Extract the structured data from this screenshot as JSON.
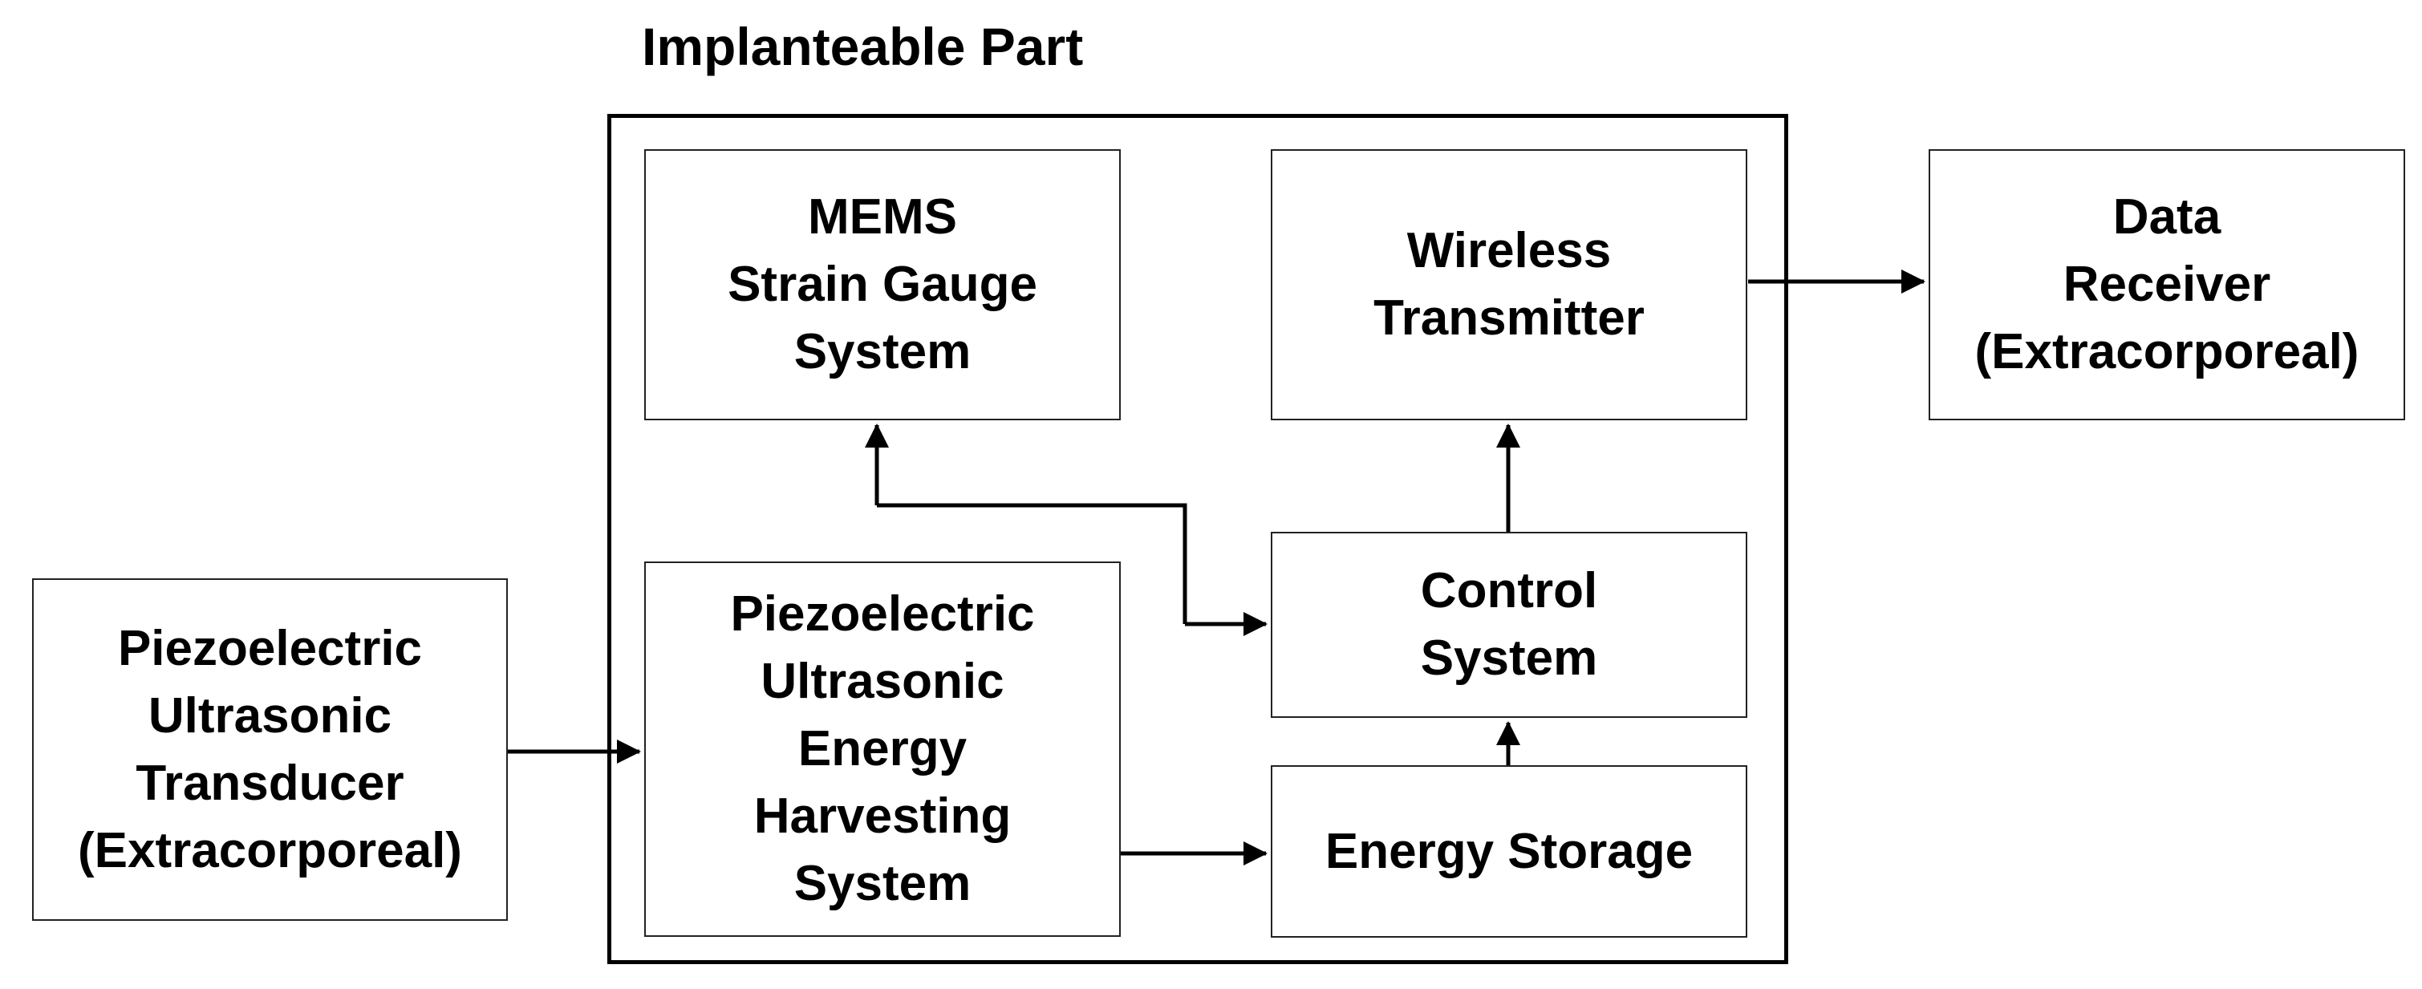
{
  "group_title": "Implanteable Part",
  "blocks": {
    "mems": [
      "MEMS",
      "Strain Gauge",
      "System"
    ],
    "wireless": [
      "Wireless",
      "Transmitter"
    ],
    "receiver": [
      "Data",
      "Receiver",
      "(Extracorporeal)"
    ],
    "transducer": [
      "Piezoelectric",
      "Ultrasonic",
      "Transducer",
      "(Extracorporeal)"
    ],
    "harvester": [
      "Piezoelectric",
      "Ultrasonic",
      "Energy",
      "Harvesting",
      "System"
    ],
    "control": [
      "Control",
      "System"
    ],
    "storage": [
      "Energy Storage"
    ]
  },
  "connections": [
    {
      "from": "wireless",
      "to": "receiver"
    },
    {
      "from": "transducer",
      "to": "harvester"
    },
    {
      "from": "harvester",
      "to": "storage"
    },
    {
      "from": "storage",
      "to": "control"
    },
    {
      "from": "control",
      "to": "wireless"
    },
    {
      "from": "mems",
      "to": "control"
    },
    {
      "from": "control",
      "to": "mems"
    }
  ]
}
